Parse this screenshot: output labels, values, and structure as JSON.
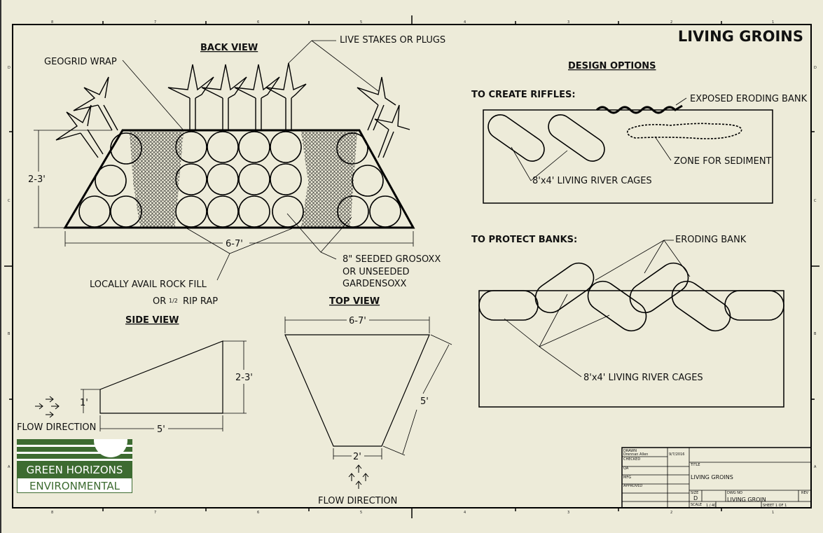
{
  "title": "LIVING GROINS",
  "zones": {
    "columns": [
      "8",
      "7",
      "6",
      "5",
      "4",
      "3",
      "2",
      "1"
    ],
    "rows": [
      "D",
      "C",
      "B",
      "A"
    ]
  },
  "back_view": {
    "heading": "BACK VIEW",
    "geogrid": "GEOGRID WRAP",
    "stakes": "LIVE STAKES OR PLUGS",
    "height": "2-3'",
    "width": "6-7'",
    "rock_fill": "LOCALLY AVAIL ROCK FILL",
    "rip_rap_or": "OR",
    "rip_rap_frac": "1/2",
    "rip_rap": "RIP RAP",
    "soxx_1": "8\" SEEDED GROSOXX",
    "soxx_2": "OR UNSEEDED",
    "soxx_3": "GARDENSOXX"
  },
  "side_view": {
    "heading": "SIDE VIEW",
    "low_height": "1'",
    "high_height": "2-3'",
    "length": "5'",
    "flow": "FLOW DIRECTION"
  },
  "top_view": {
    "heading": "TOP VIEW",
    "top_width": "6-7'",
    "side": "5'",
    "bottom_width": "2'",
    "flow": "FLOW DIRECTION"
  },
  "design_options": {
    "heading": "DESIGN OPTIONS",
    "riffles": {
      "heading": "TO CREATE RIFFLES:",
      "bank": "EXPOSED ERODING BANK",
      "sediment": "ZONE FOR SEDIMENT",
      "cages": "8'x4'  LIVING RIVER CAGES"
    },
    "banks": {
      "heading": "TO PROTECT BANKS:",
      "bank": "ERODING BANK",
      "cages": "8'x4'  LIVING RIVER CAGES"
    }
  },
  "logo": {
    "line1": "GREEN HORIZONS",
    "line2": "ENVIRONMENTAL"
  },
  "title_block": {
    "drawn_label": "DRAWN",
    "drawn_by": "Drennan Allen",
    "drawn_date": "9/7/2016",
    "checked_label": "CHECKED",
    "qa_label": "QA",
    "mfg_label": "MFG",
    "approved_label": "APPROVED",
    "title_label": "TITLE",
    "title": "LIVING GROINS",
    "size_label": "SIZE",
    "size": "D",
    "dwg_label": "DWG NO",
    "dwg_no": "LIVING GROIN",
    "rev_label": "REV",
    "scale_label": "SCALE",
    "scale": "1 / 40",
    "sheet": "SHEET 1  OF 1"
  }
}
